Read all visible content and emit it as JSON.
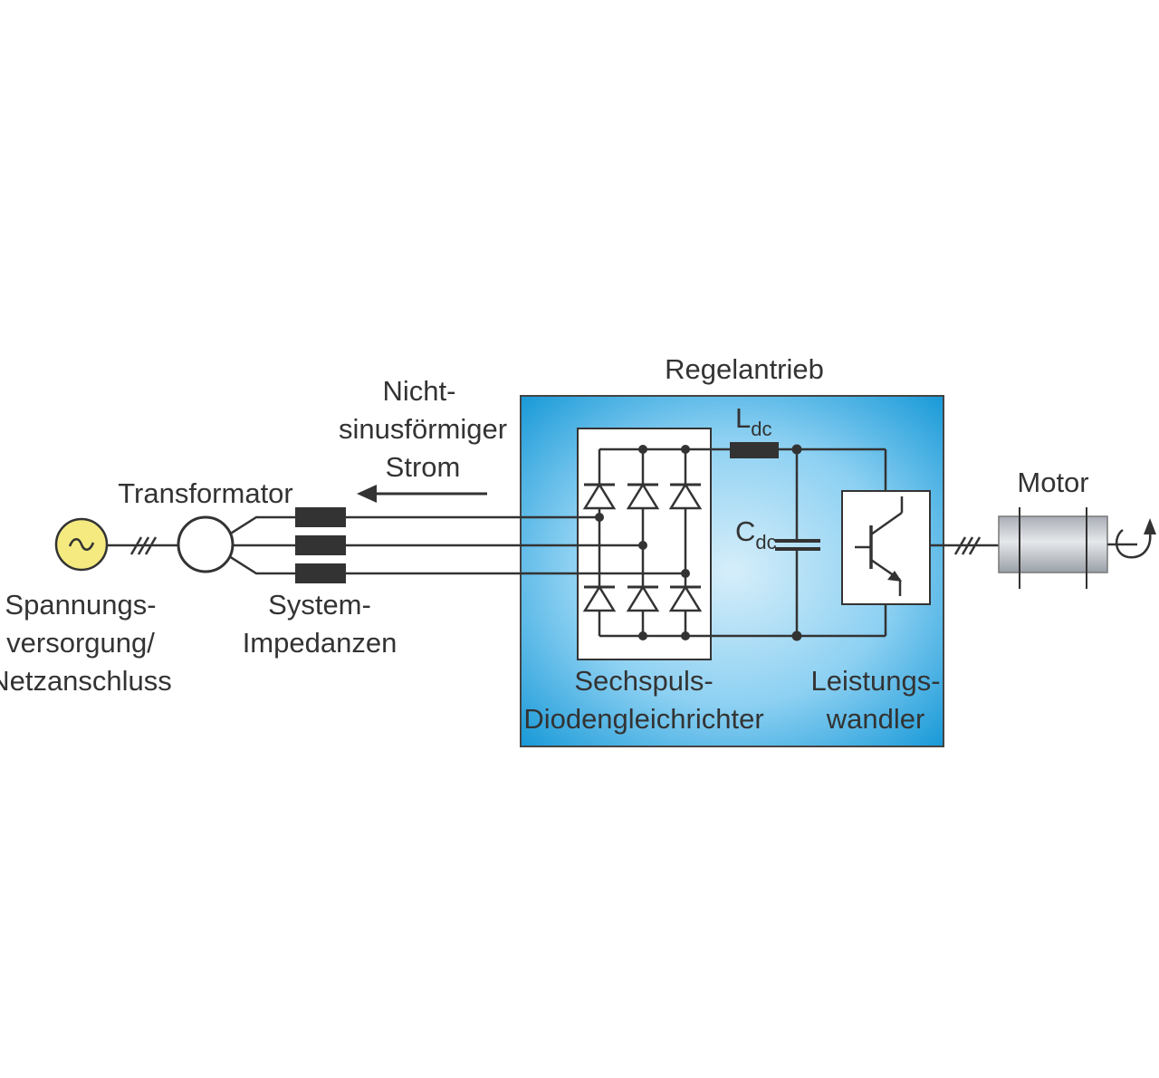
{
  "labels": {
    "regelantrieb": "Regelantrieb",
    "nicht": "Nicht-",
    "sinusfoermiger": "sinusförmiger",
    "strom": "Strom",
    "transformator": "Transformator",
    "motor": "Motor",
    "spannungs": "Spannungs-",
    "versorgung": "versorgung/",
    "netzanschluss": "Netzanschluss",
    "system": "System-",
    "impedanzen": "Impedanzen",
    "sechspuls": "Sechspuls-",
    "diodengleichrichter": "Diodengleichrichter",
    "leistungs": "Leistungs-",
    "wandler": "wandler",
    "ldc_main": "L",
    "ldc_sub": "dc",
    "cdc_main": "C",
    "cdc_sub": "dc"
  },
  "colors": {
    "drive_box_center": "#d6eefa",
    "drive_box_edge": "#1a9ad8",
    "source_fill": "#f5ea80",
    "motor_fill": "#c8ccd2",
    "line": "#333333"
  },
  "icons": {
    "source": "ac-source-icon",
    "transformer": "transformer-icon",
    "impedance": "impedance-icon",
    "diode": "diode-icon",
    "inductor": "inductor-icon",
    "capacitor": "capacitor-icon",
    "transistor": "transistor-icon",
    "motor": "motor-icon",
    "rotation": "rotation-arrow-icon"
  }
}
